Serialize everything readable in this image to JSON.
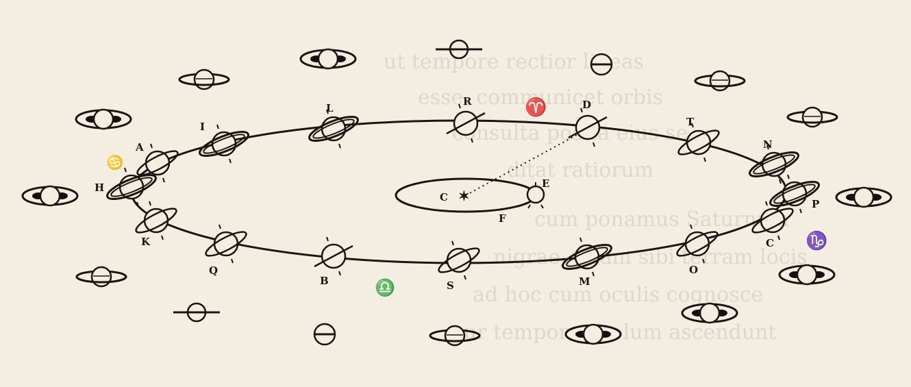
{
  "figure": {
    "subject": "Saturn's appearances along its orbit around the Sun",
    "colors": {
      "ink": "#1b1512",
      "paper": "#f3ede2",
      "shadow": "#111111"
    }
  },
  "labels": {
    "sun": "C",
    "earth_orbit_e": "E",
    "earth_orbit_f": "F",
    "pos_A": "A",
    "pos_B": "B",
    "pos_C": "C",
    "pos_D": "D",
    "pos_H": "H",
    "pos_I": "I",
    "pos_K": "K",
    "pos_L": "L",
    "pos_M": "M",
    "pos_N": "N",
    "pos_O": "O",
    "pos_P": "P",
    "pos_Q": "Q",
    "pos_R": "R",
    "pos_S": "S",
    "pos_T": "T"
  },
  "zodiac_signs": {
    "aries": "♈",
    "cancer": "♋",
    "libra": "♎",
    "capricorn": "♑"
  },
  "sun_symbol": "✶"
}
